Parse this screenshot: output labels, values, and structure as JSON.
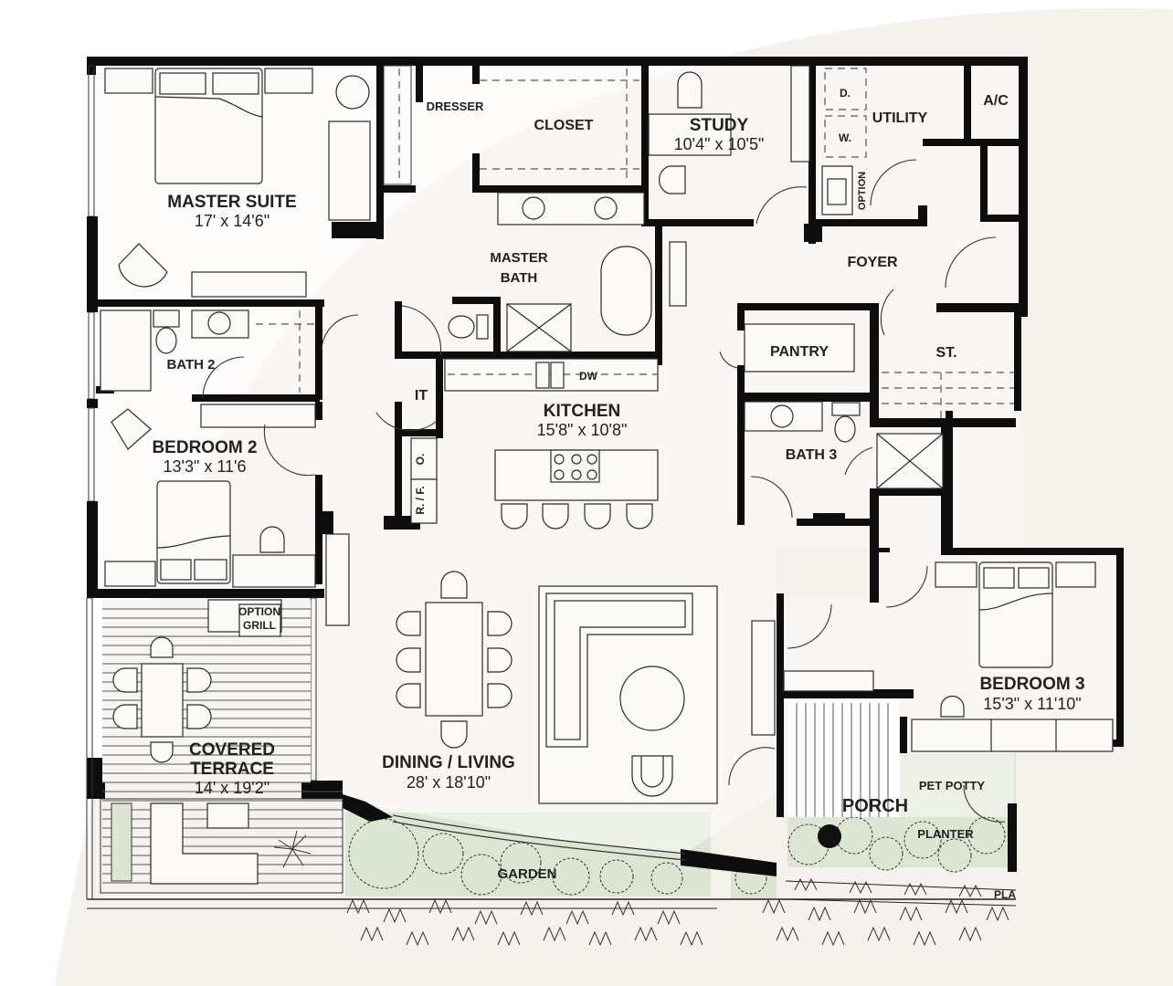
{
  "plan": {
    "colors": {
      "background": "#ffffff",
      "floor_tint": "#f5f2ed",
      "interior": "#fbfaf7",
      "wall": "#0d0d0d",
      "garden": "#dce5d2"
    },
    "rooms": {
      "master_suite": {
        "name": "MASTER SUITE",
        "dims": "17' x 14'6\""
      },
      "dresser": {
        "name": "DRESSER"
      },
      "closet": {
        "name": "CLOSET"
      },
      "study": {
        "name": "STUDY",
        "dims": "10'4\" x 10'5\""
      },
      "utility": {
        "name": "UTILITY"
      },
      "dryer": {
        "name": "D."
      },
      "washer": {
        "name": "W."
      },
      "utility_option": {
        "name": "OPTION"
      },
      "ac": {
        "name": "A/C"
      },
      "master_bath": {
        "name_line1": "MASTER",
        "name_line2": "BATH"
      },
      "foyer": {
        "name": "FOYER"
      },
      "pantry": {
        "name": "PANTRY"
      },
      "storage": {
        "name": "ST."
      },
      "bath2": {
        "name": "BATH 2"
      },
      "it": {
        "name": "IT"
      },
      "kitchen": {
        "name": "KITCHEN",
        "dims": "15'8\" x 10'8\"",
        "dishwasher": "DW"
      },
      "oven": {
        "name": "O."
      },
      "fridge": {
        "name": "R. / F."
      },
      "bath3": {
        "name": "BATH 3"
      },
      "bedroom2": {
        "name": "BEDROOM 2",
        "dims": "13'3\" x 11'6"
      },
      "option_grill": {
        "line1": "OPTION",
        "line2": "GRILL"
      },
      "dining_living": {
        "name": "DINING / LIVING",
        "dims": "28' x 18'10\""
      },
      "bedroom3": {
        "name": "BEDROOM 3",
        "dims": "15'3\" x 11'10\""
      },
      "covered_terrace": {
        "line1": "COVERED",
        "line2": "TERRACE",
        "dims": "14' x 19'2\""
      },
      "porch": {
        "name": "PORCH"
      },
      "pet_potty": {
        "name": "PET POTTY"
      },
      "planter": {
        "name": "PLANTER"
      },
      "garden": {
        "name": "GARDEN"
      },
      "planter_cut": {
        "name": "PLA"
      }
    }
  }
}
